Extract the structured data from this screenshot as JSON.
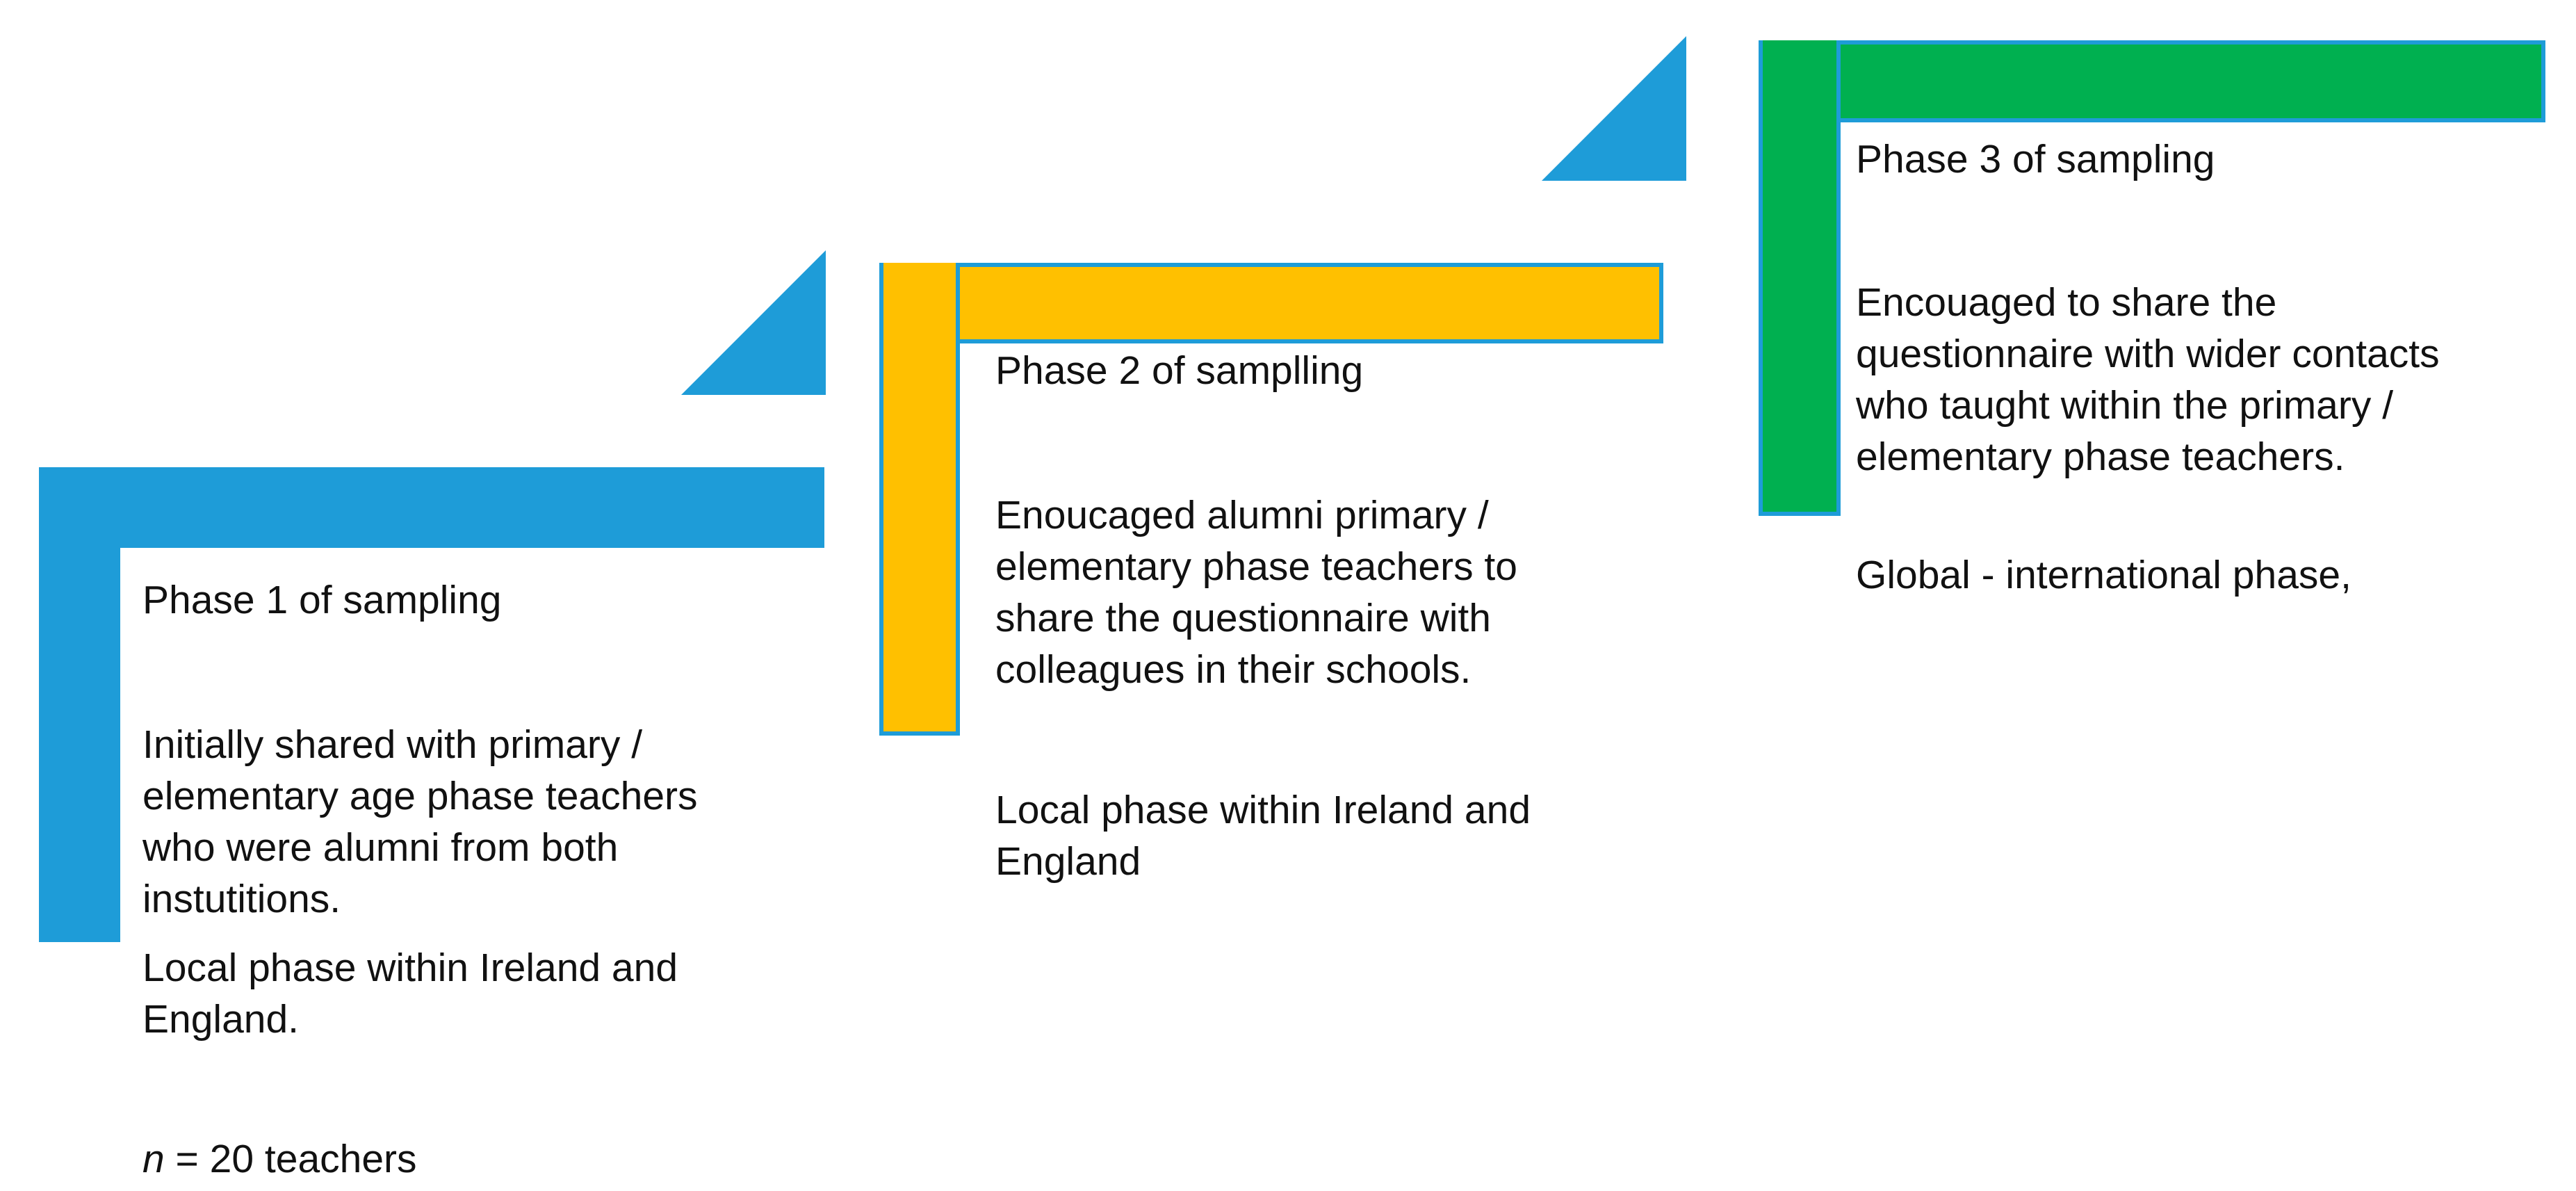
{
  "colors": {
    "phase1": "#1E9CD8",
    "phase2": "#FFC000",
    "phase3": "#00B050",
    "outline": "#1E9CD8",
    "arrow": "#1E9CD8",
    "text": "#111111"
  },
  "phases": [
    {
      "title": "Phase 1 of sampling",
      "description": "Initially shared with primary /\nelementary age phase teachers\nwho were alumni from both\ninstutitions.",
      "scope": "Local phase within Ireland and\nEngland.",
      "sample_n_symbol": "n",
      "sample_n_rest": " = 20 teachers"
    },
    {
      "title": "Phase 2 of samplling",
      "description": "Enoucaged alumni primary /\nelementary phase teachers to\nshare the questionnaire with\ncolleagues in their schools.",
      "scope": "Local phase within Ireland and\nEngland"
    },
    {
      "title": "Phase 3 of sampling",
      "description": "Encouaged to share the\nquestionnaire with wider contacts\nwho taught within the primary /\nelementary phase teachers.",
      "scope": "Global - international phase,"
    }
  ],
  "icons": {
    "arrow1": "triangle-arrow-icon",
    "arrow2": "triangle-arrow-icon"
  }
}
